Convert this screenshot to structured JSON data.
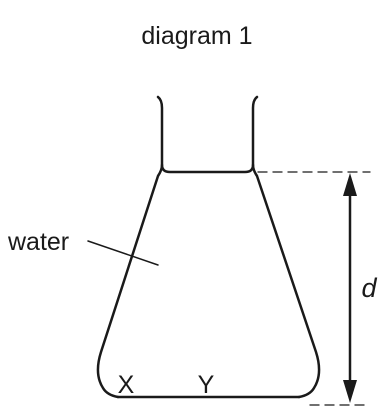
{
  "title": "diagram 1",
  "labels": {
    "water": "water",
    "x": "X",
    "y": "Y",
    "distance": "d"
  }
}
